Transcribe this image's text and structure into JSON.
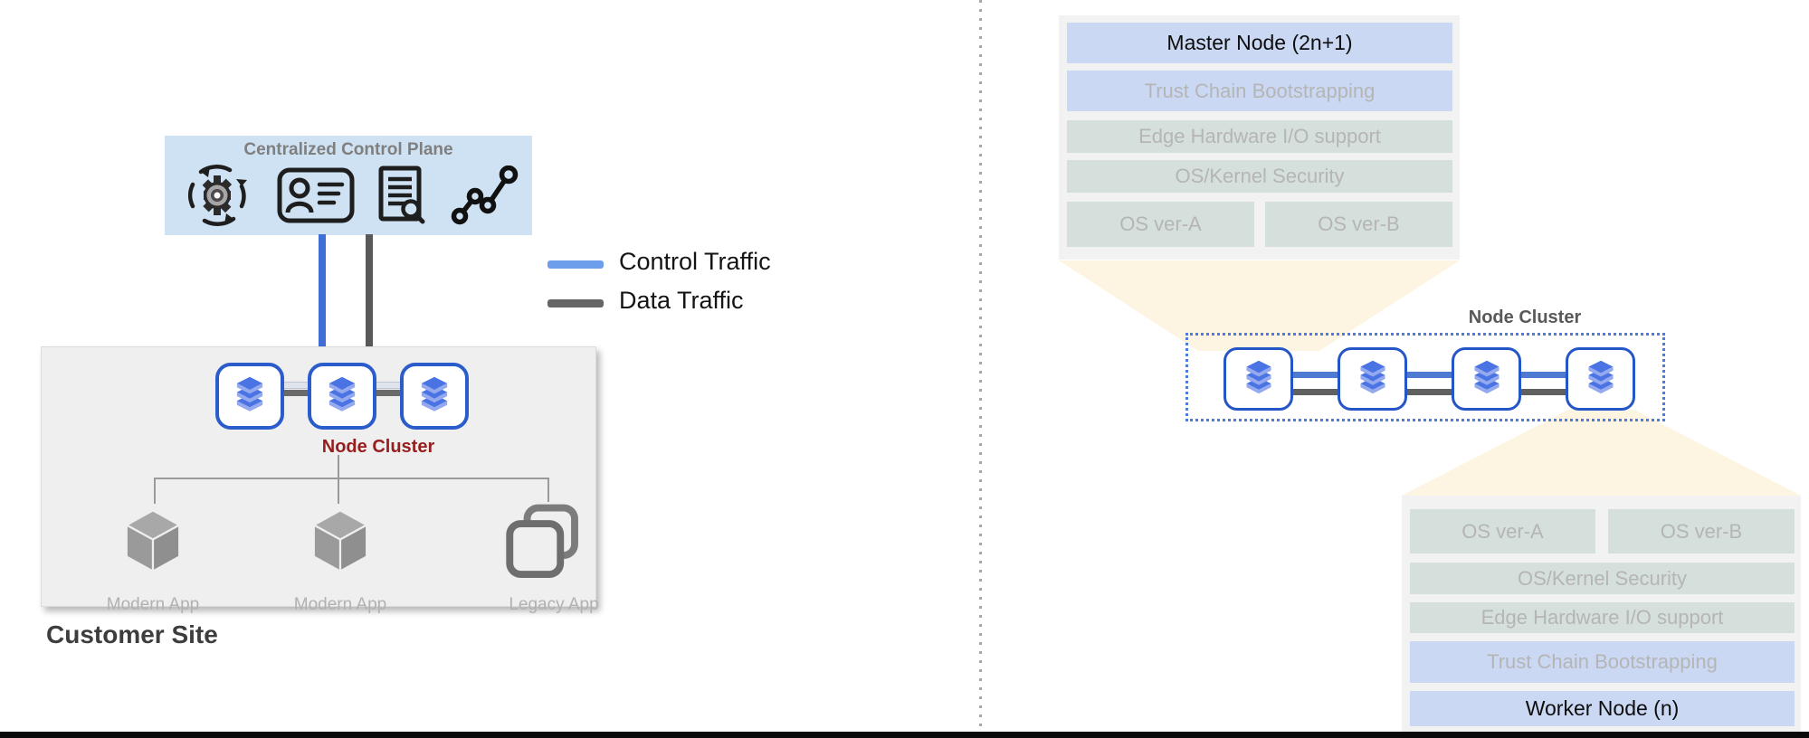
{
  "control_plane": {
    "title": "Centralized Control Plane",
    "icons": [
      "sync-gear-icon",
      "id-card-icon",
      "document-search-icon",
      "analytics-graph-icon"
    ]
  },
  "legend": {
    "control": {
      "label": "Control Traffic",
      "color": "#6d9eeb"
    },
    "data": {
      "label": "Data Traffic",
      "color": "#666666"
    }
  },
  "customer_site": {
    "label": "Customer Site",
    "cluster_label": "Node Cluster",
    "node_count": 3,
    "apps": [
      {
        "label": "Modern App",
        "icon": "cube-icon"
      },
      {
        "label": "Modern App",
        "icon": "cube-icon"
      },
      {
        "label": "Legacy App",
        "icon": "overlapping-squares-icon"
      }
    ]
  },
  "master_stack": {
    "title": "Master Node (2n+1)",
    "rows": {
      "trust": "Trust Chain Bootstrapping",
      "edge": "Edge Hardware I/O support",
      "os_kernel": "OS/Kernel Security",
      "os_a": "OS ver-A",
      "os_b": "OS ver-B"
    }
  },
  "right_cluster": {
    "label": "Node Cluster",
    "node_count": 4
  },
  "worker_stack": {
    "title": "Worker Node (n)",
    "rows": {
      "trust": "Trust Chain Bootstrapping",
      "edge": "Edge Hardware I/O support",
      "os_kernel": "OS/Kernel Security",
      "os_a": "OS ver-A",
      "os_b": "OS ver-B"
    }
  },
  "colors": {
    "control_traffic_blue": "#6d9eeb",
    "data_traffic_gray": "#666666",
    "control_plane_bg": "#cfe2f3",
    "blue_row": "#cbd8f4",
    "green_row": "#d5e0dd",
    "cream_beam": "#fdf5e1",
    "node_border_blue": "#2b5ccc",
    "cluster_label_red": "#971e1e"
  }
}
